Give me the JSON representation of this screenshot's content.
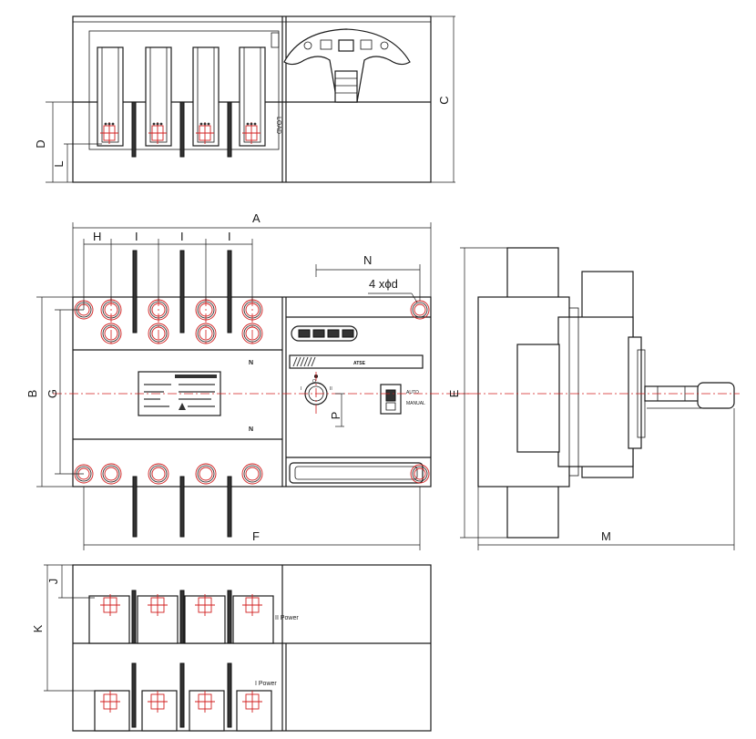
{
  "dimensions": {
    "A": "A",
    "B": "B",
    "C": "C",
    "D": "D",
    "E": "E",
    "F": "F",
    "G": "G",
    "H": "H",
    "I": "I",
    "J": "J",
    "K": "K",
    "L": "L",
    "M": "M",
    "N": "N",
    "P": "P"
  },
  "annotations": {
    "holes": "4 xϕd",
    "load": "LOAD",
    "power_2": "II Power",
    "power_1": "I Power",
    "neutral": "N",
    "atse": "ATSE",
    "auto": "AUTO",
    "manual": "MANUAL",
    "position_i": "I",
    "position_ii": "II",
    "position_o": "O"
  },
  "colors": {
    "centerline": "#d21e1e",
    "outline": "#1a1a1a",
    "panel": "#e9e9e9"
  }
}
